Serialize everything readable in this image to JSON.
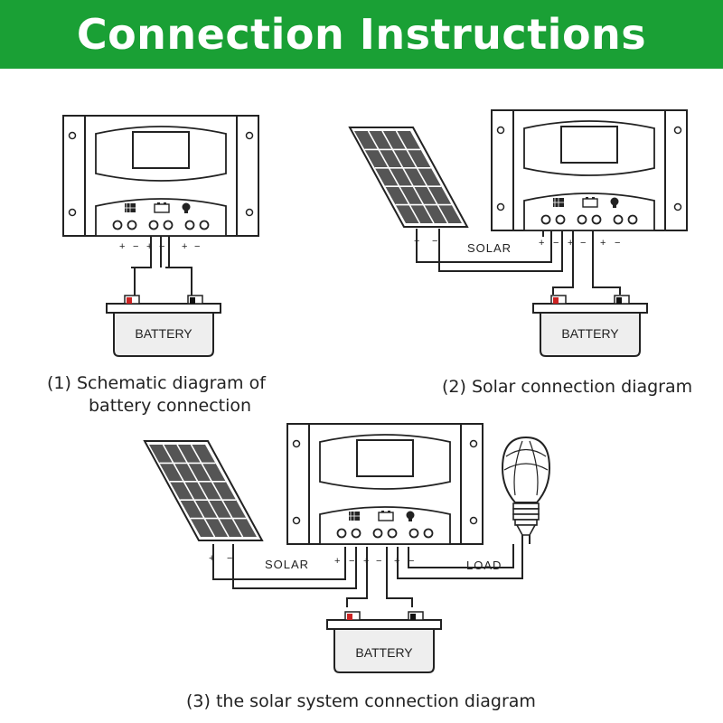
{
  "title": "Connection Instructions",
  "colors": {
    "banner": "#1aa035",
    "title_text": "#ffffff",
    "terminal_red": "#cc2222",
    "terminal_black": "#111111"
  },
  "terminal_labels": {
    "plus": "+",
    "minus": "−"
  },
  "battery_label": "BATTERY",
  "solar_label": "SOLAR",
  "load_label": "LOAD",
  "captions": {
    "diagram1_line1": "(1) Schematic diagram of",
    "diagram1_line2": "battery connection",
    "diagram2": "(2) Solar connection diagram",
    "diagram3": "(3) the solar system connection diagram"
  },
  "icons": [
    "solar-panel-icon",
    "battery-icon",
    "light-bulb-icon",
    "charge-controller-icon"
  ]
}
